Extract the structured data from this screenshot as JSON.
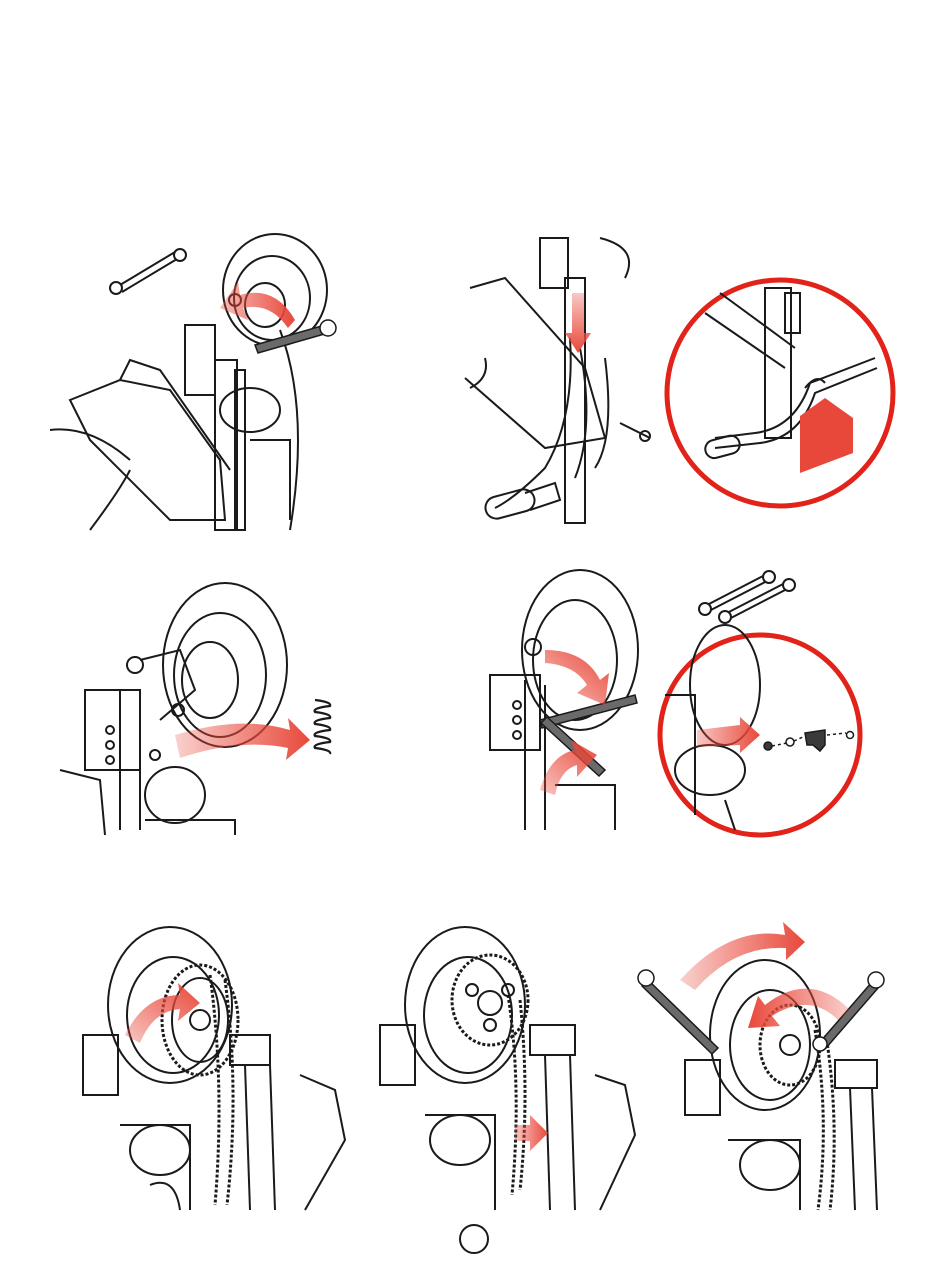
{
  "document": {
    "type": "installation-instruction-illustrations",
    "page_number": ""
  },
  "colors": {
    "line": "#1a1a1a",
    "accent_red": "#e03a2a",
    "arrow_red": "#e8483a",
    "detail_ring": "#e2231a",
    "wrench_fill": "#6a6a6a",
    "background": "#ffffff"
  },
  "steps": [
    {
      "id": "step-1",
      "icons": [
        "wrench-icon",
        "curved-arrow-icon",
        "pulley-wheel-icon"
      ]
    },
    {
      "id": "step-2",
      "icons": [
        "down-arrow-icon",
        "detail-magnifier-icon",
        "pointer-arrow-icon"
      ]
    },
    {
      "id": "step-3",
      "icons": [
        "spring-icon",
        "curved-arrow-icon"
      ]
    },
    {
      "id": "step-4",
      "icons": [
        "two-wrenches-icon",
        "curved-arrow-icon",
        "detail-magnifier-icon",
        "hardware-parts-icon"
      ]
    },
    {
      "id": "step-5",
      "icons": [
        "sprocket-icon",
        "chain-icon",
        "curved-arrow-icon"
      ]
    },
    {
      "id": "step-6",
      "icons": [
        "sprocket-icon",
        "chain-icon",
        "right-arrow-icon"
      ]
    },
    {
      "id": "step-7",
      "icons": [
        "two-wrenches-icon",
        "curved-arrow-icon",
        "sprocket-icon"
      ]
    }
  ]
}
